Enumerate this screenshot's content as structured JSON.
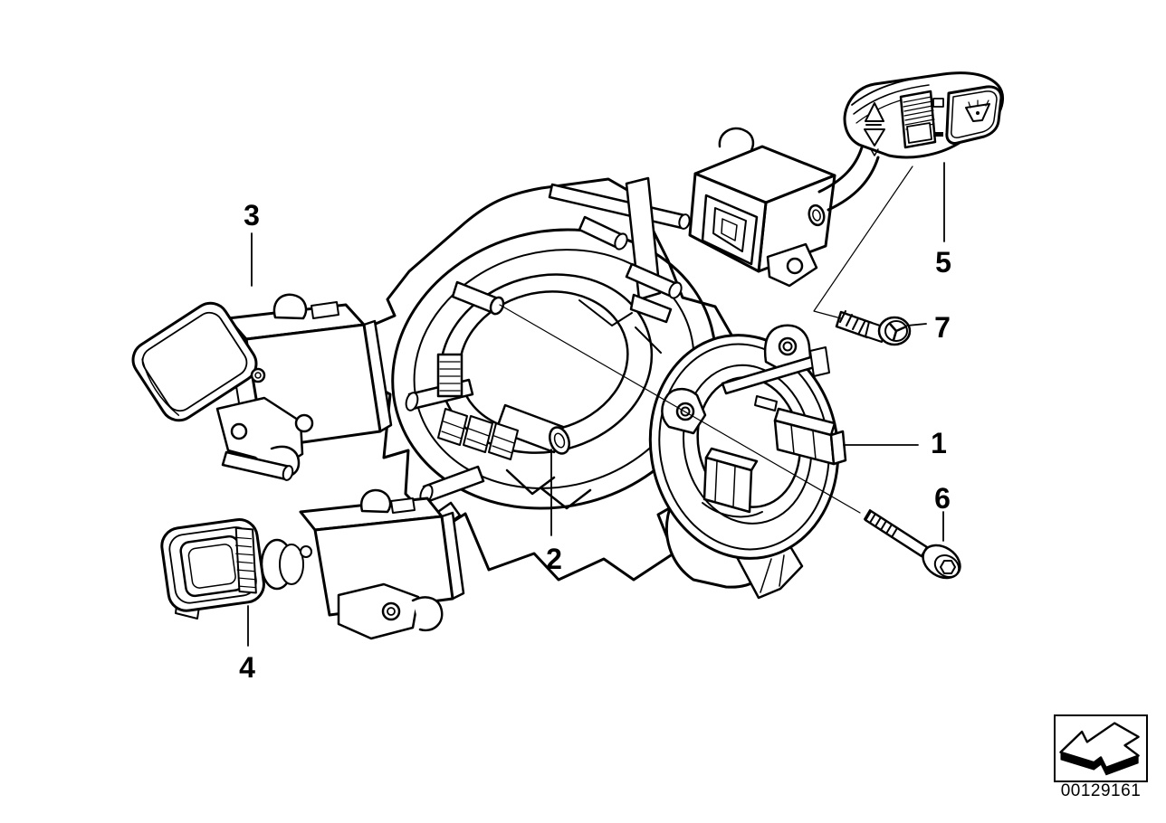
{
  "diagram": {
    "background_color": "#ffffff",
    "line_color": "#000000",
    "callouts": [
      {
        "number": "1"
      },
      {
        "number": "2"
      },
      {
        "number": "3"
      },
      {
        "number": "4"
      },
      {
        "number": "5"
      },
      {
        "number": "6"
      },
      {
        "number": "7"
      }
    ],
    "stamp": {
      "icon": "direction-of-travel-arrow",
      "document_number": "00129161"
    }
  }
}
